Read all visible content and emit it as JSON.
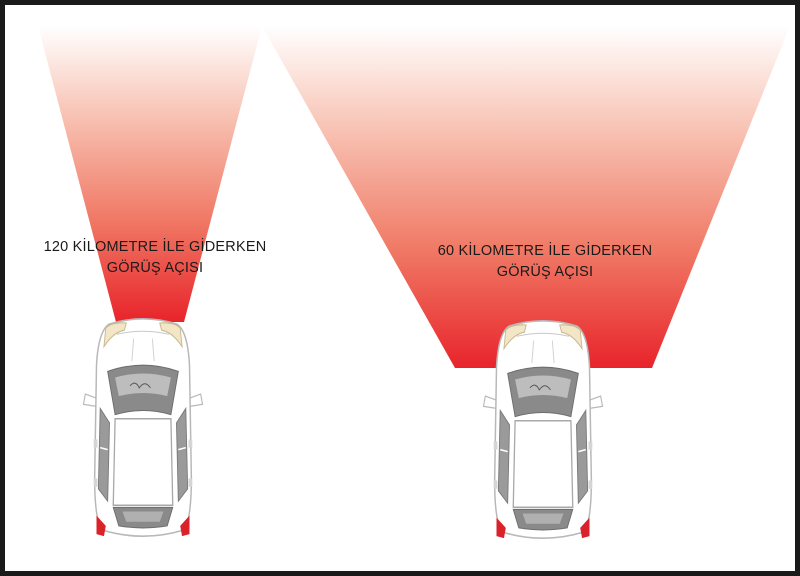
{
  "left_view": {
    "label_line1": "120 KİLOMETRE İLE GİDERKEN",
    "label_line2": "GÖRÜŞ AÇISI"
  },
  "right_view": {
    "label_line1": "60 KİLOMETRE İLE GİDERKEN",
    "label_line2": "GÖRÜŞ AÇISI"
  },
  "colors": {
    "cone_near": "#e8242b",
    "cone_far": "#ffffff",
    "car_body": "#ffffff",
    "car_outline": "#b8b8b8",
    "glass": "#8a8a8a",
    "headlight": "#f3e6c6",
    "taillight": "#d9222a",
    "frame": "#1a1a1a"
  }
}
